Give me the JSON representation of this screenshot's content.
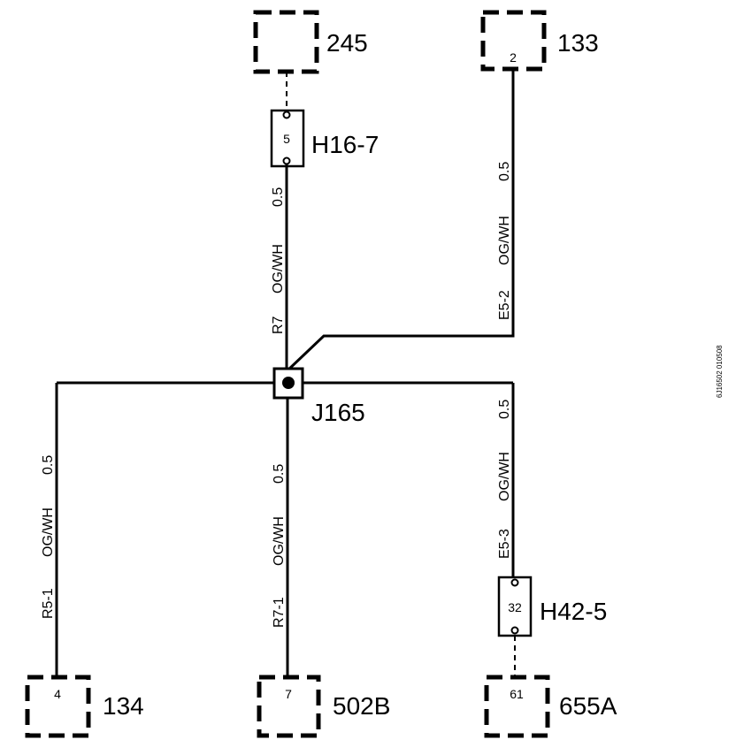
{
  "ink_color": "#000000",
  "background_color": "#ffffff",
  "components": {
    "c245": {
      "label": "245",
      "pin": ""
    },
    "c133": {
      "label": "133",
      "pin": "2"
    },
    "c134": {
      "label": "134",
      "pin": "4"
    },
    "c502b": {
      "label": "502B",
      "pin": "7"
    },
    "c655a": {
      "label": "655A",
      "pin": "61"
    }
  },
  "connectors": {
    "h16_7": {
      "label": "H16-7",
      "pin": "5"
    },
    "h42_5": {
      "label": "H42-5",
      "pin": "32"
    }
  },
  "splice": {
    "label": "J165"
  },
  "wires": {
    "r7": {
      "id": "R7",
      "color": "OG/WH",
      "size": "0.5"
    },
    "e5_2": {
      "id": "E5-2",
      "color": "OG/WH",
      "size": "0.5"
    },
    "r5_1": {
      "id": "R5-1",
      "color": "OG/WH",
      "size": "0.5"
    },
    "r7_1": {
      "id": "R7-1",
      "color": "OG/WH",
      "size": "0.5"
    },
    "e5_3": {
      "id": "E5-3",
      "color": "OG/WH",
      "size": "0.5"
    }
  },
  "drawing_code": "6J16502 010508"
}
